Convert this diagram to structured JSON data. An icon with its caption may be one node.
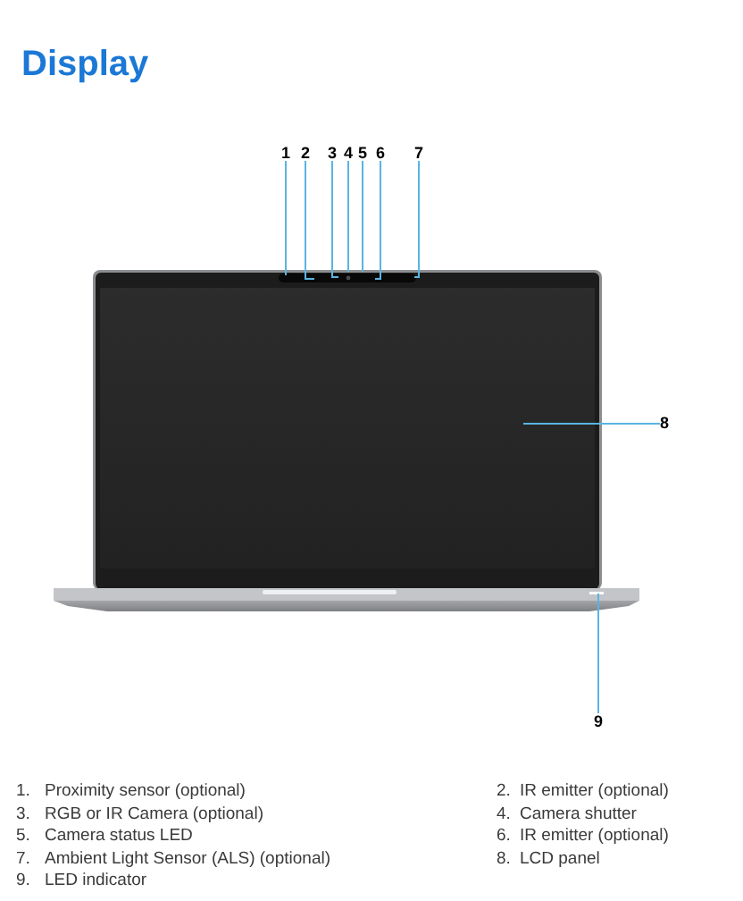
{
  "diagram": {
    "title": "Display",
    "nodes": [
      {
        "text": [
          "1"
        ]
      },
      {
        "text": [
          "2"
        ]
      },
      {
        "text": [
          "3"
        ]
      },
      {
        "text": [
          "4"
        ]
      },
      {
        "text": [
          "5"
        ]
      },
      {
        "text": [
          "6"
        ]
      },
      {
        "text": [
          "7"
        ]
      },
      {
        "text": [
          "8"
        ]
      },
      {
        "text": [
          "9"
        ]
      }
    ],
    "edges": [
      {
        "from": 0,
        "to": null,
        "arrow": "none"
      },
      {
        "from": 1,
        "to": null,
        "arrow": "none"
      },
      {
        "from": 2,
        "to": null,
        "arrow": "none"
      },
      {
        "from": 3,
        "to": null,
        "arrow": "none"
      },
      {
        "from": 4,
        "to": null,
        "arrow": "none"
      },
      {
        "from": 5,
        "to": null,
        "arrow": "none"
      },
      {
        "from": 6,
        "to": null,
        "arrow": "none"
      },
      {
        "from": 7,
        "to": null,
        "arrow": "none"
      },
      {
        "from": 8,
        "to": null,
        "arrow": "none"
      }
    ],
    "labels": [
      "1.",
      "Proximity sensor (optional)",
      "2.",
      "IR emitter (optional)",
      "3.",
      "RGB or IR Camera (optional)",
      "4.",
      "Camera shutter",
      "5.",
      "Camera status LED",
      "6.",
      "IR emitter (optional)",
      "7.",
      "Ambient Light Sensor (ALS) (optional)",
      "8.",
      "LCD panel",
      "9.",
      "LED indicator"
    ]
  }
}
